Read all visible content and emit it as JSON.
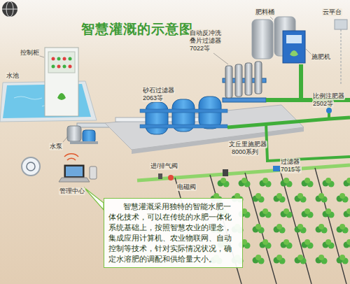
{
  "diagram": {
    "title": "智慧灌溉的示意图",
    "nodes": [
      {
        "text": [
          "智慧灌溉采用独特的智能水肥一体化技术，可以在传统的水肥一体化系统基础上，按照智慧农业的理念，集成应用计算机、农业物联网、自动控制等技术，针对实际情况状况，确定水溶肥的调配和供给量大小。"
        ]
      }
    ],
    "labels": [
      "控制柜",
      "肥料桶",
      "云平台",
      "自动反冲洗",
      "叠片过滤器",
      "7022等",
      "施肥机",
      "水池",
      "砂石过滤器",
      "2063等",
      "比例注肥器",
      "2502等",
      "水泵",
      "文丘里施肥器",
      "8000系列",
      "过滤器",
      "7015等",
      "进/排气阀",
      "电磁阀",
      "管理中心"
    ]
  }
}
